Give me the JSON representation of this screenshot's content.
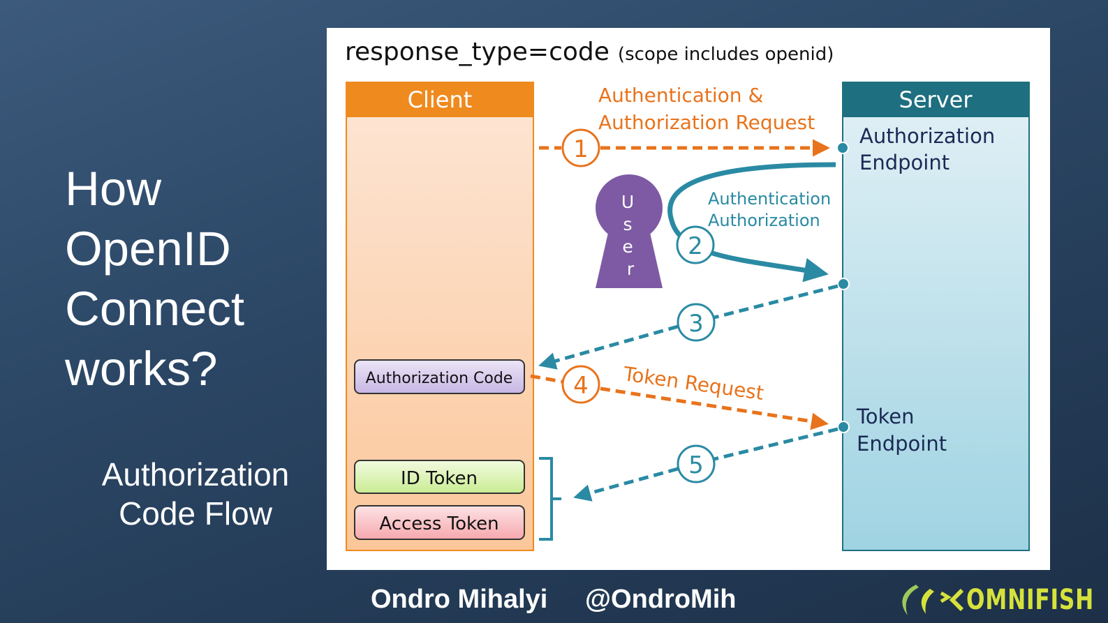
{
  "slide": {
    "title_lines": [
      "How",
      "OpenID",
      "Connect",
      "works?"
    ],
    "subtitle_lines": [
      "Authorization",
      "Code Flow"
    ]
  },
  "diagram": {
    "heading_code": "response_type=code",
    "heading_note": "(scope includes openid)",
    "client": {
      "label": "Client"
    },
    "server": {
      "label": "Server",
      "authorization_endpoint_lines": [
        "Authorization",
        "Endpoint"
      ],
      "token_endpoint_lines": [
        "Token",
        "Endpoint"
      ]
    },
    "user": {
      "letters": [
        "U",
        "s",
        "e",
        "r"
      ]
    },
    "steps": {
      "s1": "1",
      "s2": "2",
      "s3": "3",
      "s4": "4",
      "s5": "5"
    },
    "step1_label_lines": [
      "Authentication &",
      "Authorization Request"
    ],
    "step2_label_lines": [
      "Authentication",
      "Authorization"
    ],
    "step4_label": "Token Request",
    "client_items": {
      "authorization_code": "Authorization Code",
      "id_token": "ID Token",
      "access_token": "Access Token"
    },
    "colors": {
      "orange": "#e8731c",
      "teal": "#2a8aa3",
      "purple": "#7e5aa4",
      "server_header": "#1e6f80",
      "client_header": "#ef8a1e"
    }
  },
  "footer": {
    "author": "Ondro Mihalyi",
    "handle": "@OndroMih",
    "logo_text": "OMNIFISH"
  }
}
